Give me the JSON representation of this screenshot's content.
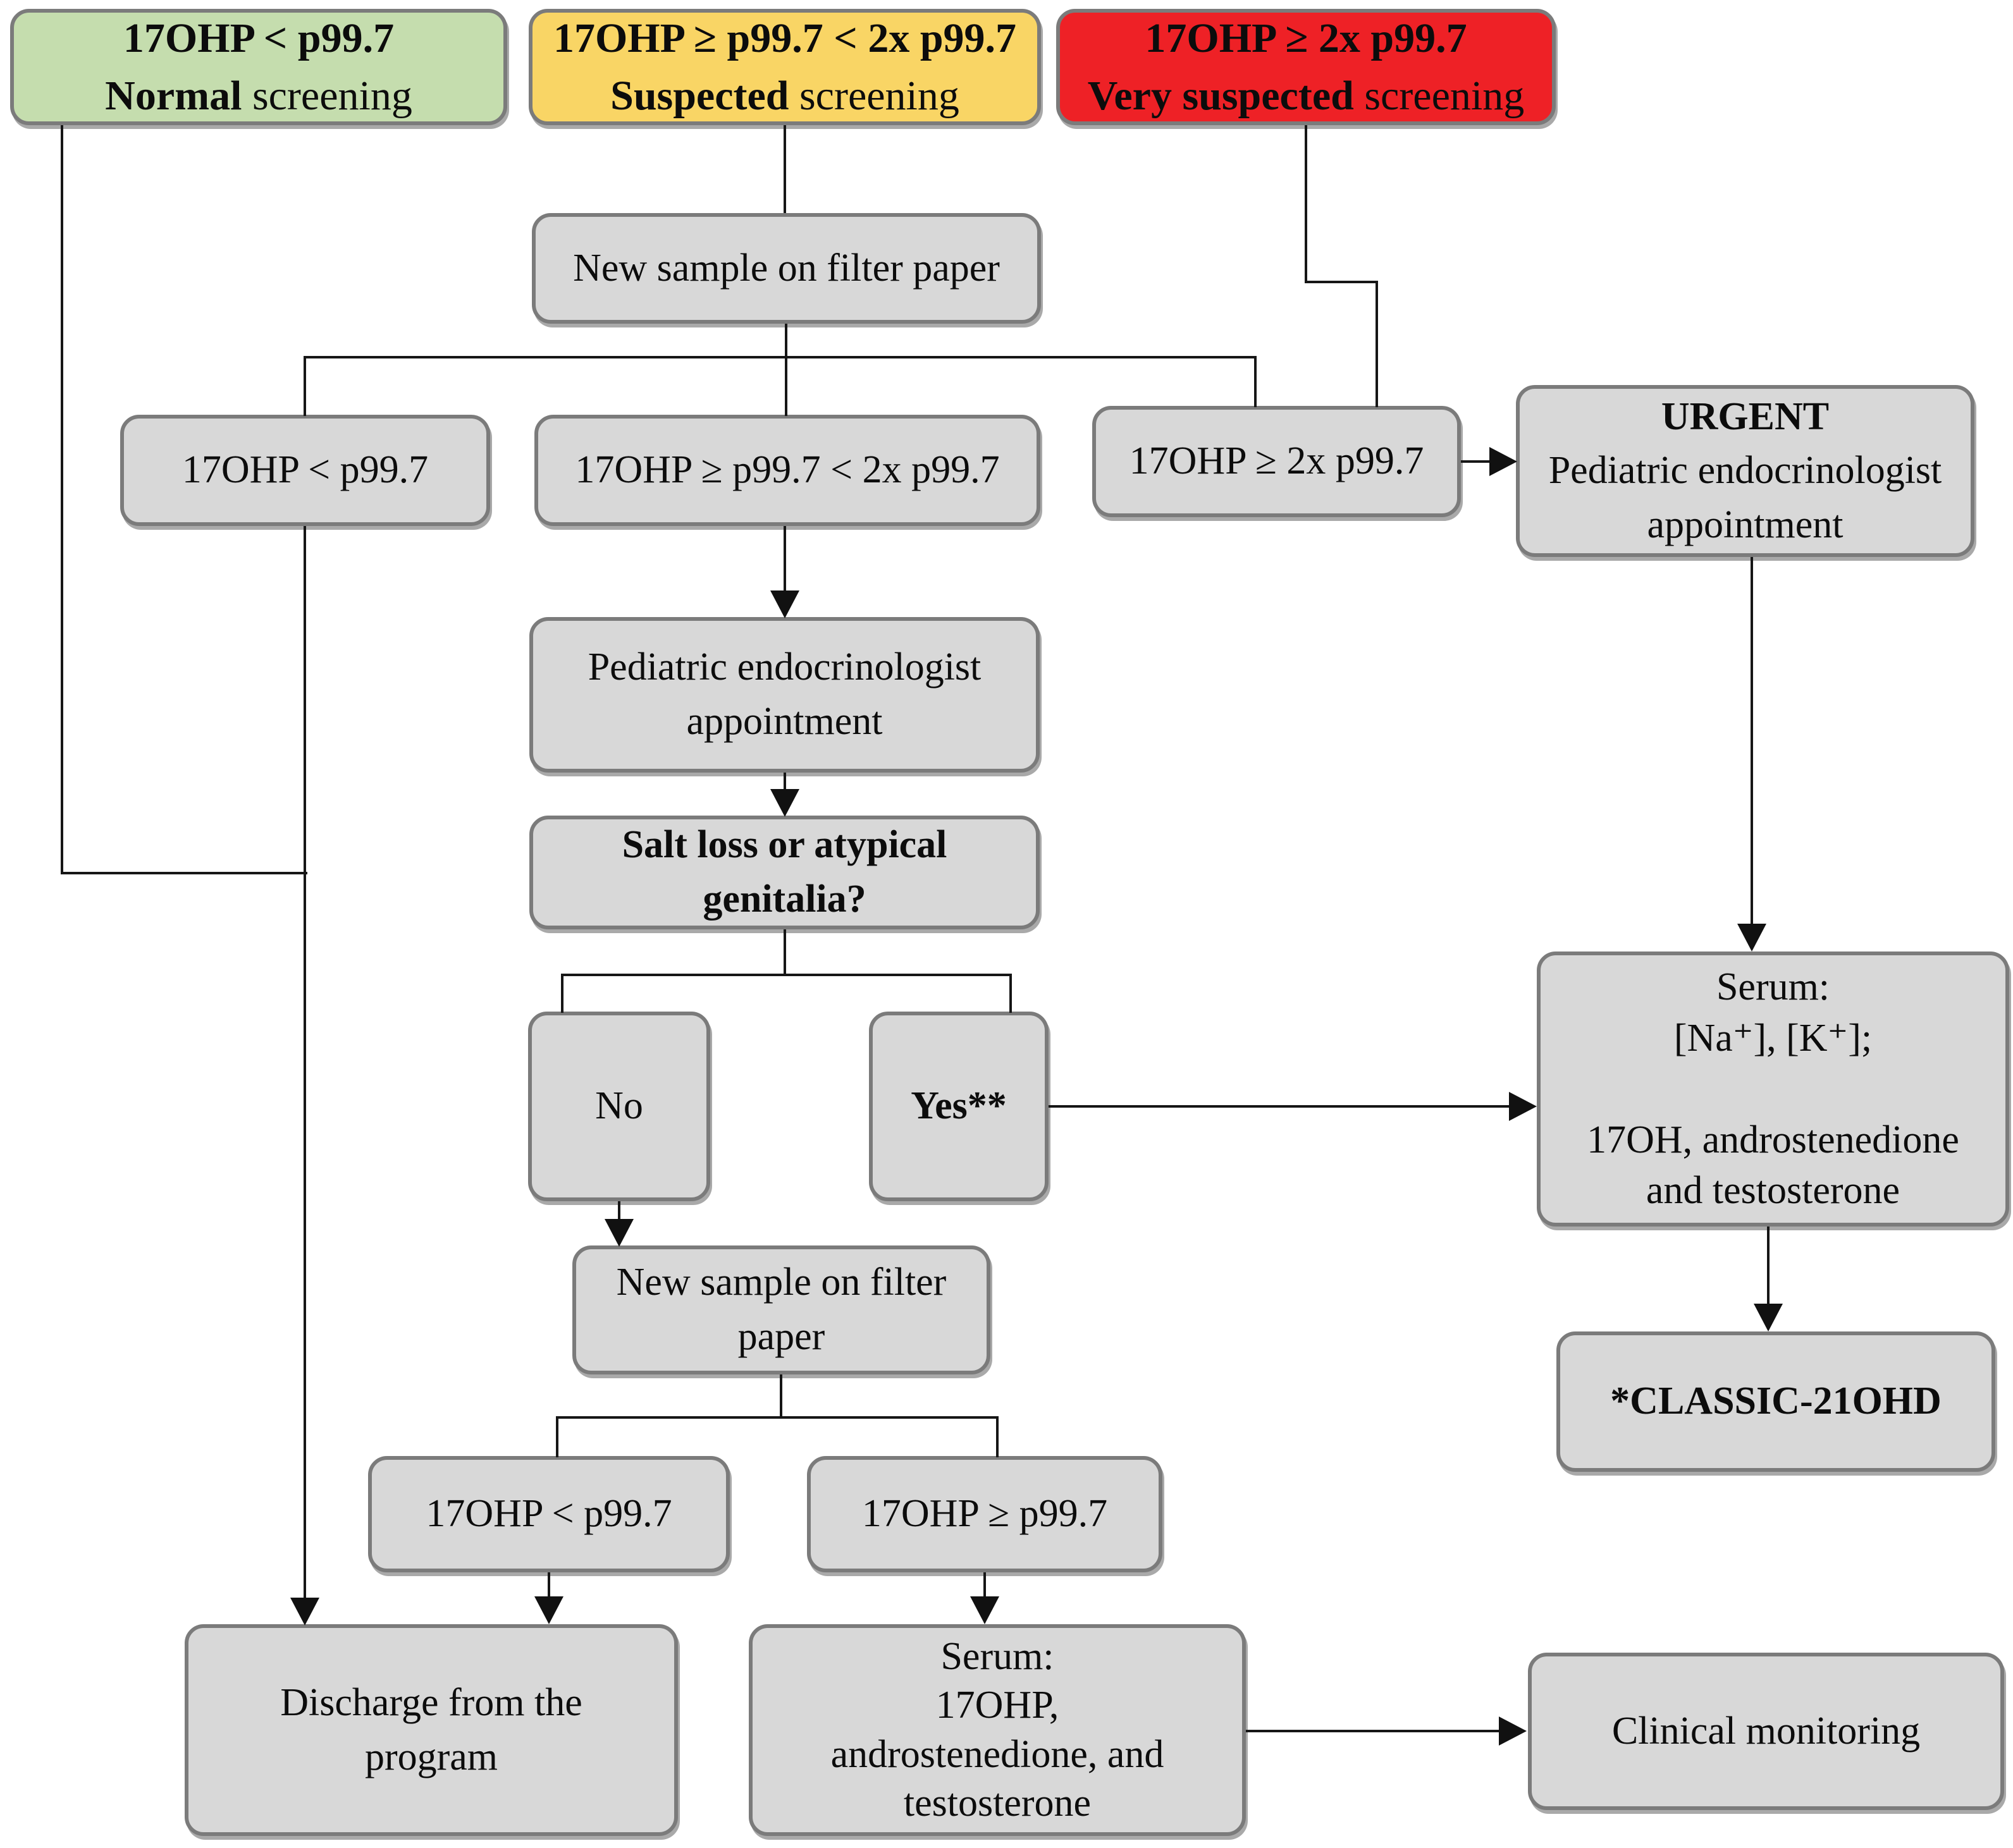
{
  "colors": {
    "normal_screening_bg": "#c5ddae",
    "suspected_screening_bg": "#f9d565",
    "very_suspected_screening_bg": "#ee2126",
    "node_bg": "#d8d8d8",
    "node_border": "#7b7b7b",
    "connector": "#161616"
  },
  "screening": {
    "normal": {
      "line1": "17OHP < p99.7",
      "line2_bold": "Normal",
      "line2_rest": " screening"
    },
    "suspected": {
      "line1": "17OHP ≥ p99.7 < 2x p99.7",
      "line2_bold": "Suspected",
      "line2_rest": " screening"
    },
    "very_suspected": {
      "line1": "17OHP ≥ 2x p99.7",
      "line2_bold": "Very suspected",
      "line2_rest": " screening"
    }
  },
  "nodes": {
    "new_sample_1": {
      "label": "New sample on filter paper"
    },
    "result_low": {
      "label": "17OHP < p99.7"
    },
    "result_mid": {
      "label": "17OHP ≥ p99.7 < 2x p99.7"
    },
    "result_high": {
      "label": "17OHP ≥ 2x p99.7"
    },
    "urgent": {
      "title": "URGENT",
      "body": "Pediatric endocrinologist\nappointment"
    },
    "ped_appt": {
      "label": "Pediatric endocrinologist\nappointment"
    },
    "salt_loss": {
      "label": "Salt loss or atypical\ngenitalia?"
    },
    "no": {
      "label": "No"
    },
    "yes": {
      "label": "Yes**"
    },
    "serum_urgent": {
      "label": "Serum:\n[Na⁺],  [K⁺];\n\n17OH, androstenedione\nand testosterone"
    },
    "classic": {
      "label": "*CLASSIC-21OHD"
    },
    "new_sample_2": {
      "label": "New sample on filter\npaper"
    },
    "repeat_low": {
      "label": "17OHP < p99.7"
    },
    "repeat_high": {
      "label": "17OHP ≥ p99.7"
    },
    "discharge": {
      "label": "Discharge from the\nprogram"
    },
    "serum_followup": {
      "label": "Serum:\n17OHP,\nandrostenedione, and\ntestosterone"
    },
    "clinical": {
      "label": "Clinical monitoring"
    }
  }
}
